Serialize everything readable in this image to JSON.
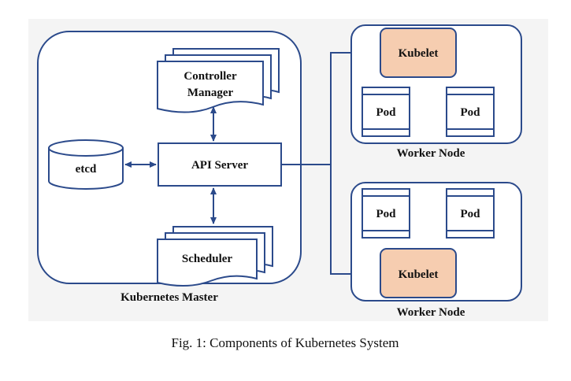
{
  "diagram": {
    "master": {
      "label": "Kubernetes Master",
      "controller_manager": "Controller Manager",
      "api_server": "API Server",
      "etcd": "etcd",
      "scheduler": "Scheduler"
    },
    "worker_nodes": [
      {
        "label": "Worker Node",
        "kubelet": "Kubelet",
        "pods": [
          "Pod",
          "Pod"
        ]
      },
      {
        "label": "Worker Node",
        "kubelet": "Kubelet",
        "pods": [
          "Pod",
          "Pod"
        ]
      }
    ],
    "caption": "Fig. 1: Components of Kubernetes System"
  },
  "colors": {
    "background": "#f4f4f4",
    "stroke": "#2b4a8b",
    "kubelet_fill": "#f6cdb0"
  }
}
